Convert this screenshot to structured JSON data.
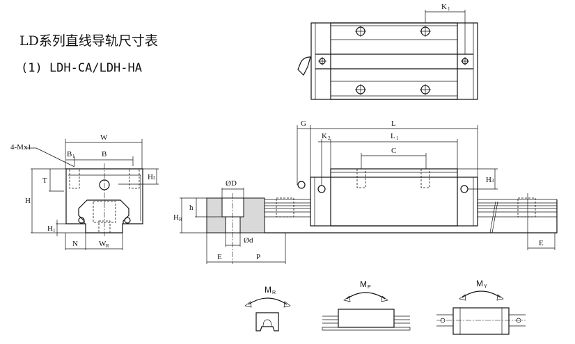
{
  "title": "LD系列直线导轨尺寸表",
  "subtitle": "(1) LDH-CA/LDH-HA",
  "labels": {
    "K1": "K",
    "K1_sub": "1",
    "W": "W",
    "B1": "B",
    "B1_sub": "1",
    "B": "B",
    "Mx": "4-Mx1",
    "T": "T",
    "H": "H",
    "H2": "H",
    "H2_sub": "2",
    "H1": "H",
    "H1_sub": "1",
    "N": "N",
    "WR": "W",
    "WR_sub": "R",
    "OD": "ØD",
    "h": "h",
    "HR": "H",
    "HR_sub": "R",
    "Od": "Ød",
    "E": "E",
    "P": "P",
    "G": "G",
    "L": "L",
    "K2": "K",
    "K2_sub": "2",
    "L1": "L",
    "L1_sub": "1",
    "C": "C",
    "H3": "H",
    "H3_sub": "3",
    "E2": "E",
    "MR": "M",
    "MR_sub": "R",
    "MP": "M",
    "MP_sub": "P",
    "MY": "M",
    "MY_sub": "Y"
  }
}
